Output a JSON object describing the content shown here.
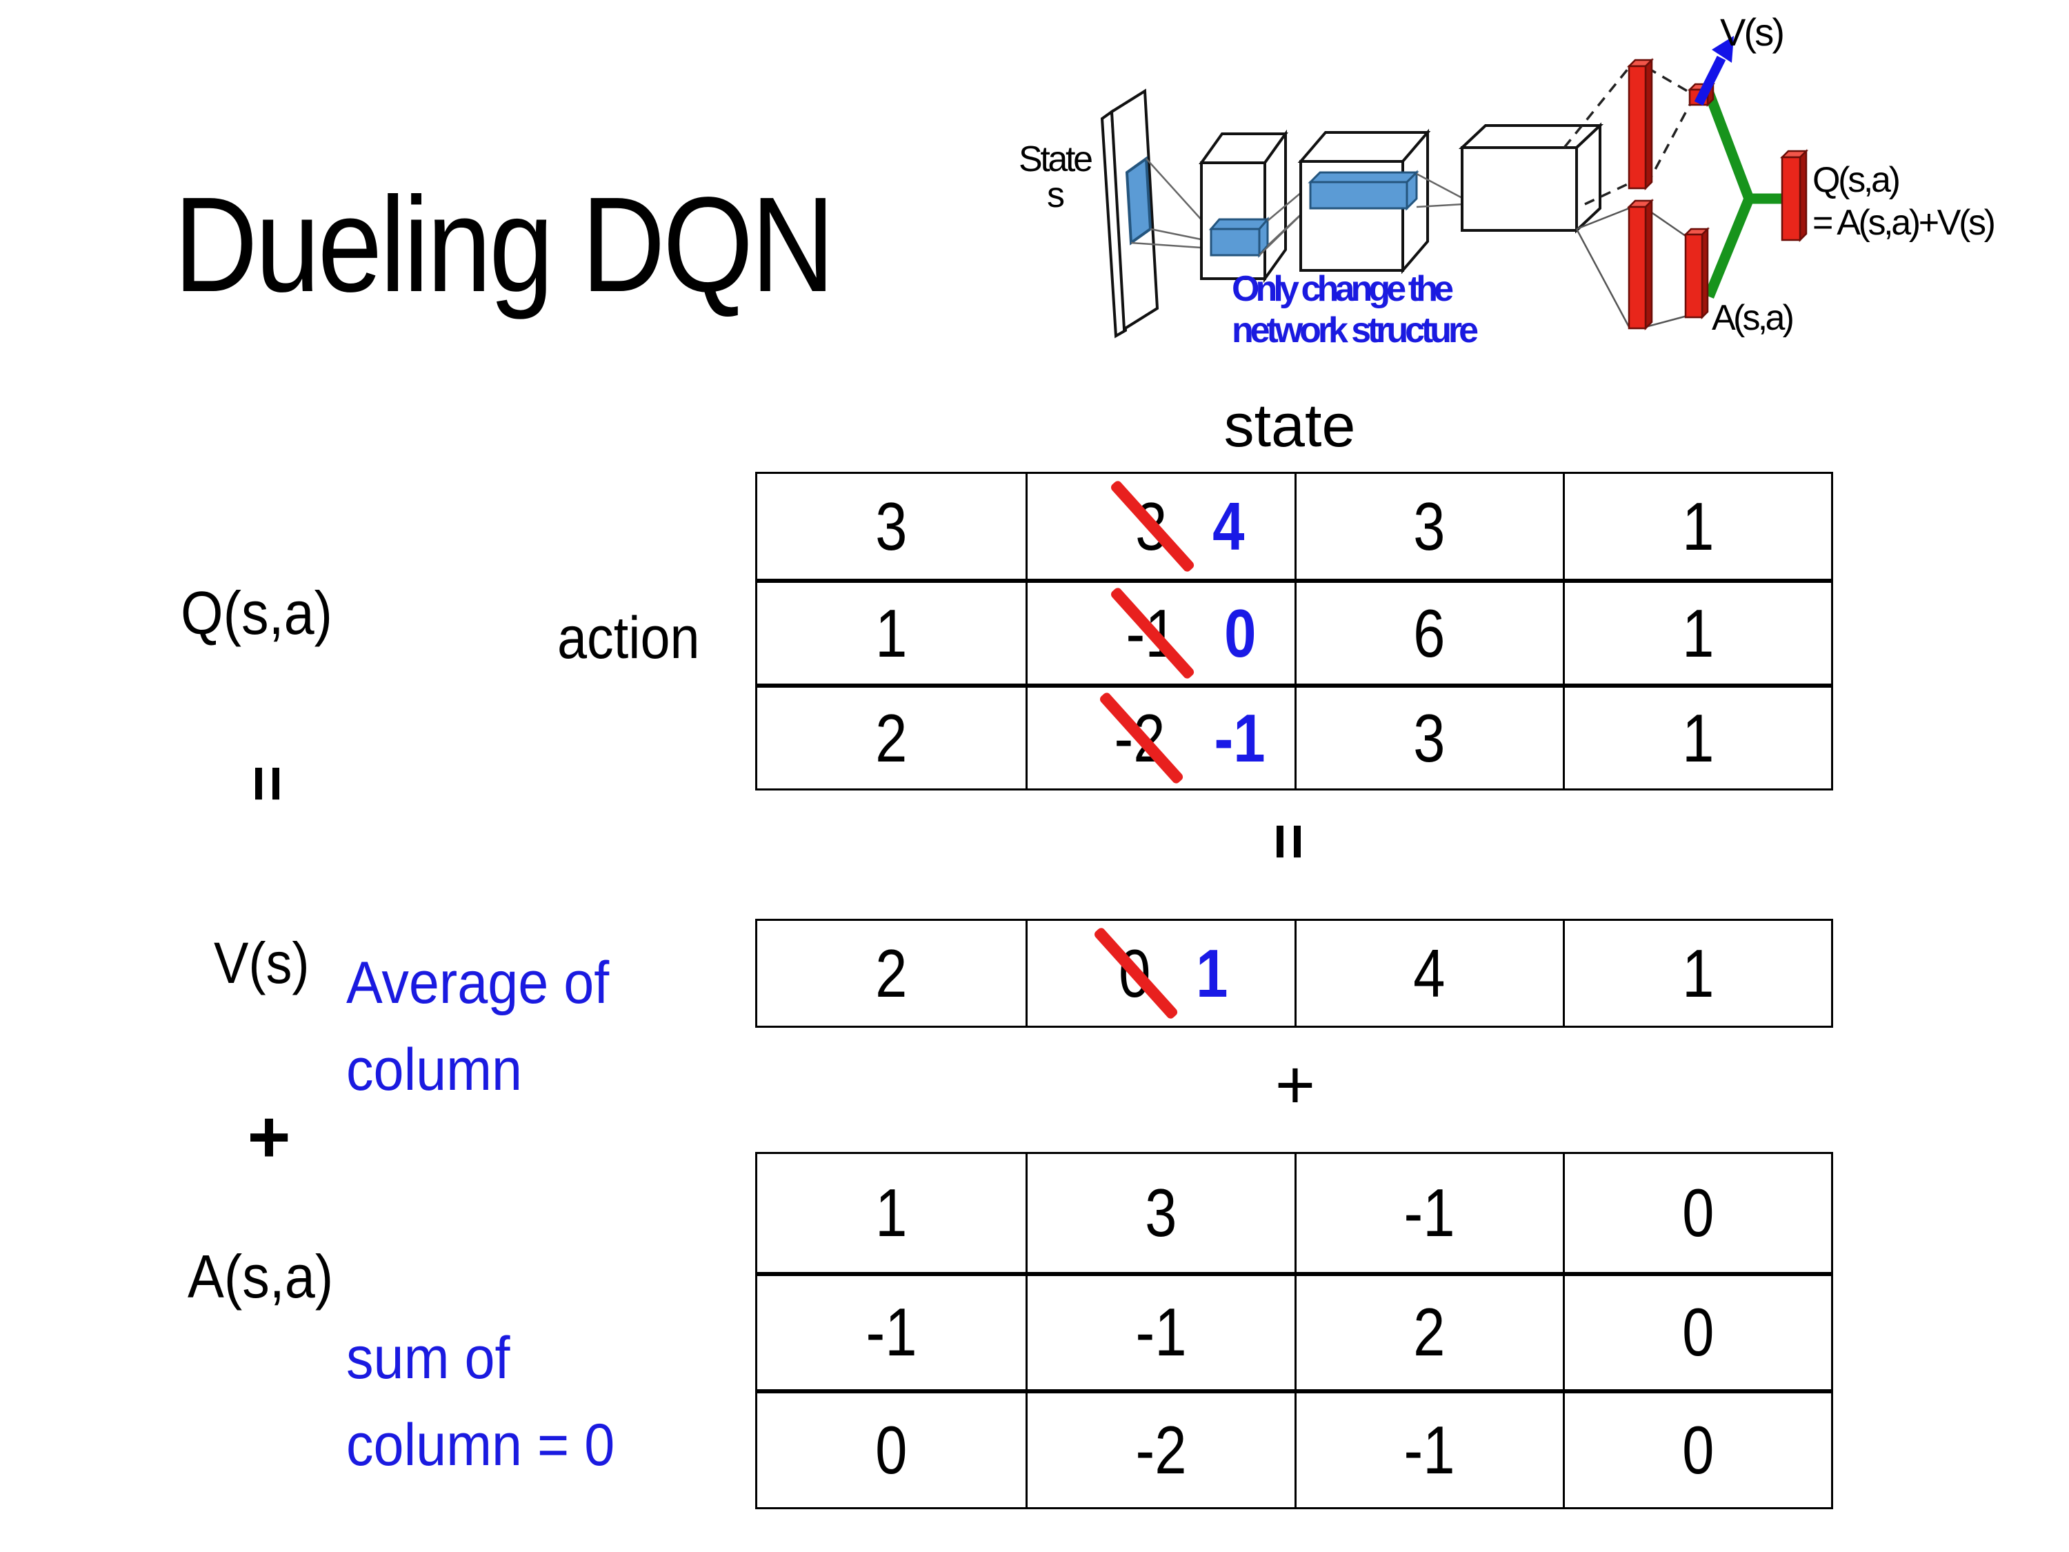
{
  "slide": {
    "title": "Dueling DQN",
    "background": "#ffffff"
  },
  "colors": {
    "accent_blue": "#1a1ae6",
    "strike_red": "#e8201e",
    "note_blue": "#1a1ae0",
    "bar_red": "#e8261b",
    "bar_red_dark": "#9e130b",
    "bar_red_top": "#f2564a",
    "green": "#17941c",
    "arrow_blue": "#1313e8",
    "conv_blue": "#5b9bd5",
    "conv_blue_dark": "#24557e"
  },
  "diagram": {
    "state_label_line1": "State",
    "state_label_line2": "s",
    "note_line1": "Only change the",
    "note_line2": "network structure",
    "v_output_label": "V(s)",
    "q_output_label_line1": "Q(s,a)",
    "q_output_label_line2": "= A(s,a)+V(s)",
    "a_output_label": "A(s,a)"
  },
  "matrix_section": {
    "state_axis_label": "state",
    "action_axis_label": "action",
    "q_label": "Q(s,a)",
    "v_label": "V(s)",
    "a_label": "A(s,a)",
    "equals_left": "=",
    "equals_center": "=",
    "plus_left": "+",
    "plus_center": "+",
    "v_note_line1": "Average of",
    "v_note_line2": "column",
    "a_note_line1": "sum of",
    "a_note_line2": "column = 0"
  },
  "q_table": {
    "rows": [
      [
        "3",
        {
          "old": "3",
          "new": "4"
        },
        "3",
        "1"
      ],
      [
        "1",
        {
          "old": "-1",
          "new": "0"
        },
        "6",
        "1"
      ],
      [
        "2",
        {
          "old": "-2",
          "new": "-1"
        },
        "3",
        "1"
      ]
    ]
  },
  "v_row": {
    "cells": [
      "2",
      {
        "old": "0",
        "new": "1"
      },
      "4",
      "1"
    ]
  },
  "a_table": {
    "rows": [
      [
        "1",
        "3",
        "-1",
        "0"
      ],
      [
        "-1",
        "-1",
        "2",
        "0"
      ],
      [
        "0",
        "-2",
        "-1",
        "0"
      ]
    ]
  }
}
